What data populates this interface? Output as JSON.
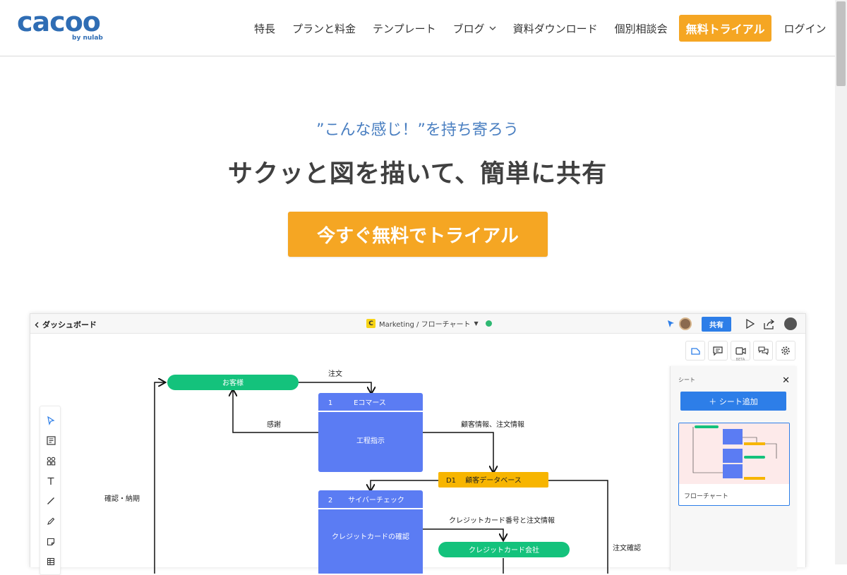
{
  "nav": {
    "logo_text": "cacoo",
    "logo_by": "by nulab",
    "items": [
      "特長",
      "プランと料金",
      "テンプレート",
      "ブログ",
      "資料ダウンロード",
      "個別相談会"
    ],
    "cta": "無料トライアル",
    "login": "ログイン"
  },
  "hero": {
    "subtitle": "”こんな感じ！”を持ち寄ろう",
    "title": "サクッと図を描いて、簡単に共有",
    "cta": "今すぐ無料でトライアル"
  },
  "app": {
    "back": "ダッシュボード",
    "doc_badge": "C",
    "doc_path": "Marketing / フローチャート",
    "share": "共有",
    "beta": "BETA",
    "sheet": {
      "title": "シート",
      "add": "＋ シート追加",
      "card_name": "フローチャート"
    },
    "diagram": {
      "customer": "お客様",
      "order": "注文",
      "thanks": "感謝",
      "ecommerce_no": "1",
      "ecommerce": "Eコマース",
      "process_instr": "工程指示",
      "customer_info": "顧客情報、注文情報",
      "db_id": "D1",
      "db_name": "顧客データベース",
      "confirm_delivery": "確認・納期",
      "cyber_no": "2",
      "cyber": "サイバーチェック",
      "cc_confirm": "クレジットカードの確認",
      "cc_number_order": "クレジットカード番号と注文情報",
      "cc_company": "クレジットカード会社",
      "order_confirm": "注文確認"
    }
  },
  "colors": {
    "accent_orange": "#f5a623",
    "brand_blue": "#2f6db4",
    "process_blue": "#5b7cf3",
    "terminal_green": "#14c27c",
    "db_yellow": "#f7b500",
    "share_blue": "#2d7ee8"
  }
}
